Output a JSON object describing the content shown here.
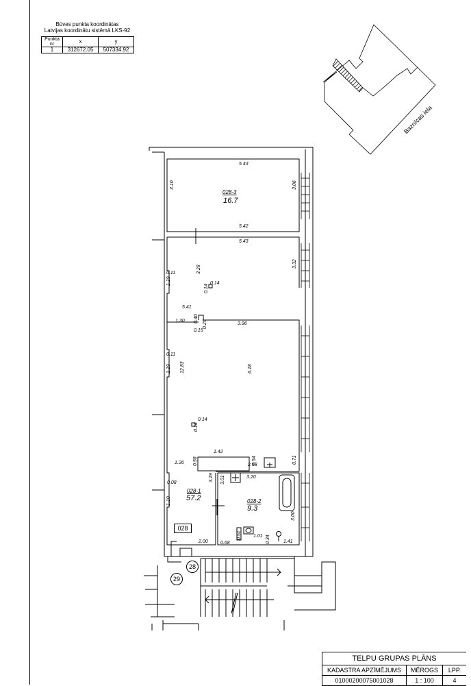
{
  "coordinates": {
    "title_line1": "Būves punkta koordinātas",
    "title_line2": "Latvijas koordinātu sistēmā LKS-92",
    "headers": [
      "Punkta nr",
      "x",
      "y"
    ],
    "rows": [
      [
        "1",
        "312672.05",
        "507334.92"
      ]
    ]
  },
  "street_label": "Baznīcas iela",
  "rooms": {
    "r3": {
      "code": "028-3",
      "area": "16.7"
    },
    "r1": {
      "code": "028-1",
      "area": "57.2"
    },
    "r2": {
      "code": "028-2",
      "area": "9.3"
    },
    "group_label": "028"
  },
  "dims": {
    "d543a": "5.43",
    "d310": "3.10",
    "d306": "3.06",
    "d542": "5.42",
    "d543b": "5.43",
    "d328": "3.28",
    "d332": "3.32",
    "d011a": "0.11",
    "d119a": "1.19",
    "d014a": "0.14",
    "d014b": "0.14",
    "d541": "5.41",
    "d130": "1.30",
    "d040": "0.40",
    "d015": "0.15",
    "d025": "0.25",
    "d396": "3.96",
    "d011b": "0.11",
    "d119b": "1.19",
    "d1283": "12.83",
    "d618": "6.18",
    "d014c": "0.14",
    "d014d": "0.14",
    "d142": "1.42",
    "d126": "1.26",
    "d058": "0.58",
    "d054": "0.54",
    "d268": "2.68",
    "d071": "0.71",
    "d319": "3.19",
    "d301": "3.01",
    "d320": "3.20",
    "d008": "0.08",
    "d110": "1.10",
    "d300": "3.00",
    "d200": "2.00",
    "d068": "0.68",
    "d051": "0.51",
    "d101": "1.01",
    "d034": "0.34",
    "d141": "1.41"
  },
  "markers": {
    "m28": "28",
    "m29": "29"
  },
  "title_block": {
    "title": "TELPU GRUPAS PLĀNS",
    "col1_header": "KADASTRA APZĪMĒJUMS",
    "col2_header": "MĒROGS",
    "col3_header": "LPP.",
    "col1_value": "01000200075001028",
    "col2_value": "1 : 100",
    "col3_value": "4"
  }
}
